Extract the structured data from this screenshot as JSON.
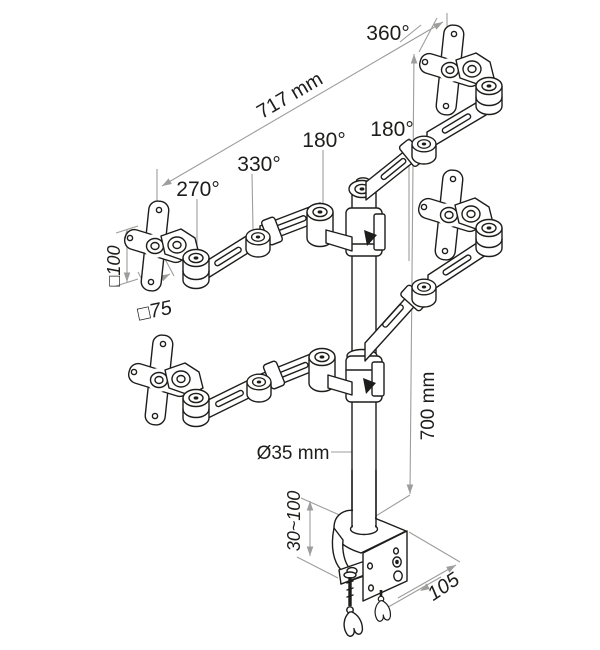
{
  "figure": {
    "kind": "technical line drawing",
    "subject": "quad monitor arm desk mount with dimension annotations",
    "colors": {
      "background": "#ffffff",
      "ink": "#1d1d1b",
      "dimension": "#9d9d9c"
    }
  },
  "annotations": {
    "rotation_top": "360°",
    "arm_reach": "717 mm",
    "swivel_outer_right": "180°",
    "swivel_inner": "180°",
    "swivel_elbow": "330°",
    "swivel_vesa": "270°",
    "vesa_pattern_100": "□100",
    "vesa_pattern_75": "□75",
    "pole_diameter": "Ø35 mm",
    "pole_height": "700 mm",
    "clamp_thickness_range": "30~100",
    "clamp_depth": "105"
  }
}
